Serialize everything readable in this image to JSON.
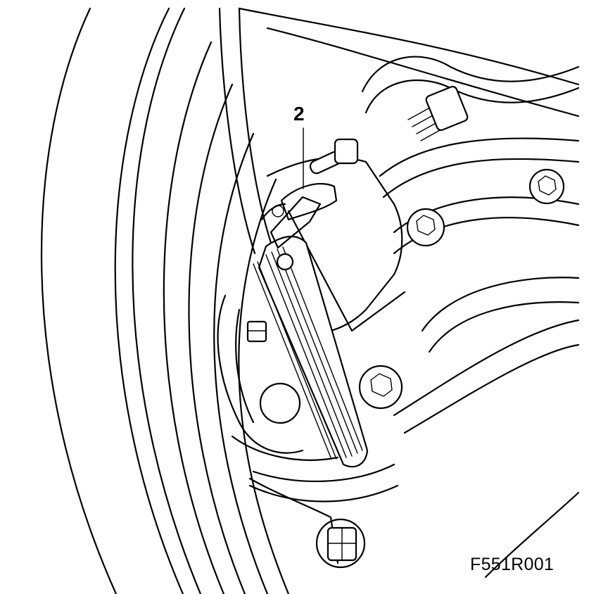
{
  "diagram": {
    "callout_label": "2",
    "figure_id": "F551R001",
    "icons": [
      "wheel-arch",
      "brake-hose",
      "bolt",
      "caliper",
      "tool-bar",
      "bleed-nipple"
    ]
  }
}
